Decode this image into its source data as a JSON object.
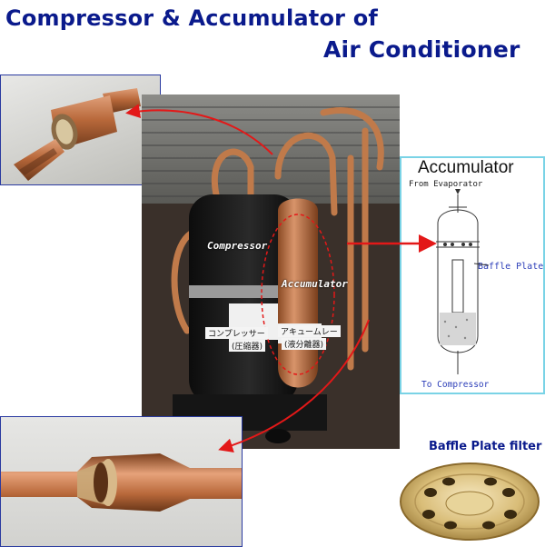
{
  "title": {
    "line1": "Compressor & Accumulator of",
    "line2": "Air Conditioner"
  },
  "main_photo": {
    "compressor_label": "Compressor",
    "accumulator_label": "Accumulator",
    "jp_tag_left": "コンプレッサー",
    "jp_tag_left_sub": "(圧縮器)",
    "jp_tag_right": "アキュームレー",
    "jp_tag_right_sub": "(液分離器)"
  },
  "diagram": {
    "title": "Accumulator",
    "from_label": "From Evaporator",
    "baffle_label": "Baffle Plate",
    "to_label": "To Compressor"
  },
  "filter": {
    "caption": "Baffle Plate filter"
  },
  "colors": {
    "title": "#0a1a8c",
    "arrow": "#e31818",
    "diagram_border": "#7ad3e6",
    "copper": "#b8683a"
  }
}
